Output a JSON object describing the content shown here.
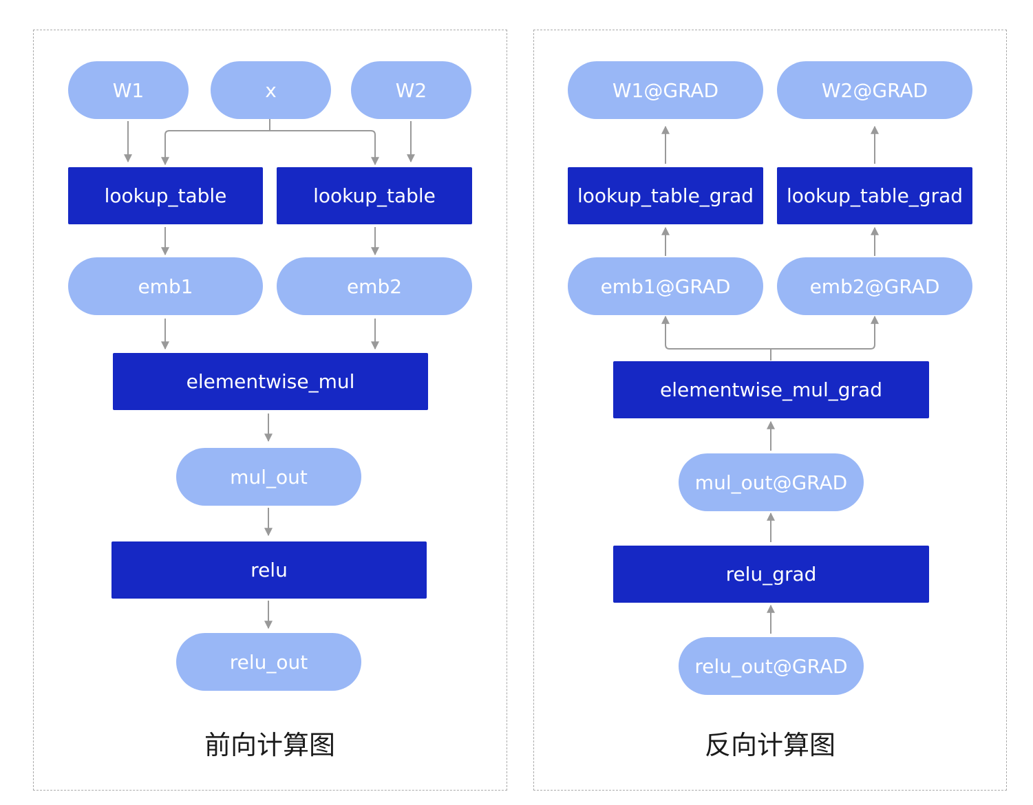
{
  "forward": {
    "caption": "前向计算图",
    "vars": {
      "w1": "W1",
      "x": "x",
      "w2": "W2",
      "emb1": "emb1",
      "emb2": "emb2",
      "mul_out": "mul_out",
      "relu_out": "relu_out"
    },
    "ops": {
      "lookup_table_1": "lookup_table",
      "lookup_table_2": "lookup_table",
      "elementwise_mul": "elementwise_mul",
      "relu": "relu"
    }
  },
  "backward": {
    "caption": "反向计算图",
    "vars": {
      "w1_grad": "W1@GRAD",
      "w2_grad": "W2@GRAD",
      "emb1_grad": "emb1@GRAD",
      "emb2_grad": "emb2@GRAD",
      "mul_out_grad": "mul_out@GRAD",
      "relu_out_grad": "relu_out@GRAD"
    },
    "ops": {
      "lookup_table_grad_1": "lookup_table_grad",
      "lookup_table_grad_2": "lookup_table_grad",
      "elementwise_mul_grad": "elementwise_mul_grad",
      "relu_grad": "relu_grad"
    }
  },
  "colors": {
    "variable_node": "#99b7f6",
    "operator_node": "#1628c4",
    "edge": "#999999",
    "panel_border": "#a9a9a9"
  }
}
